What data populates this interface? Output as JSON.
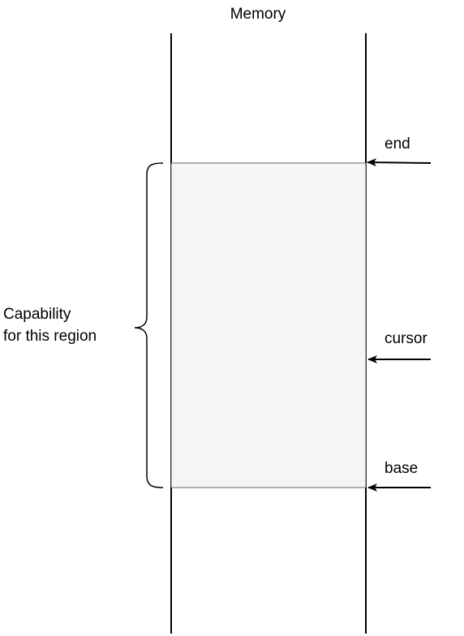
{
  "diagram": {
    "title": "Memory",
    "bracket_label": {
      "line1": "Capability",
      "line2": "for this region"
    },
    "pointers": {
      "end": "end",
      "cursor": "cursor",
      "base": "base"
    }
  },
  "colors": {
    "line": "#000000",
    "region_fill": "#f5f5f5",
    "region_stroke": "#666666"
  }
}
